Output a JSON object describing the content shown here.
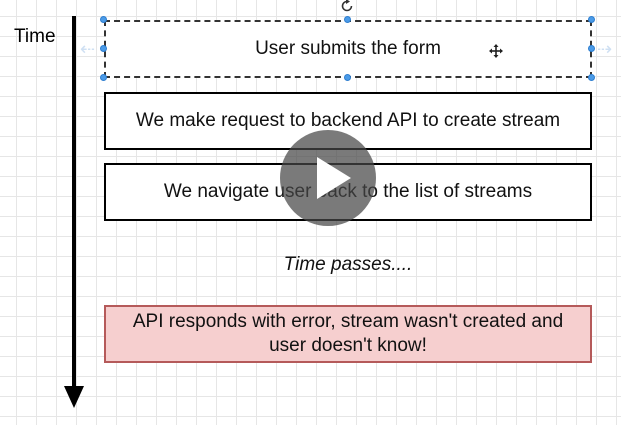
{
  "axis": {
    "label": "Time"
  },
  "steps": [
    {
      "text": "User submits the form"
    },
    {
      "text": "We make request to backend API to create stream"
    },
    {
      "text": "We navigate user back to the list of streams"
    }
  ],
  "caption": "Time passes....",
  "error_box": {
    "text": "API responds with error, stream wasn't created and user doesn't know!"
  },
  "colors": {
    "error_fill": "#f6cfcf",
    "error_border": "#b55a5a",
    "selection": "#4b9be8",
    "play_overlay": "#464646"
  },
  "icons": {
    "rotate": "rotate-icon",
    "move": "move-icon",
    "play": "play-icon",
    "arrow_down": "arrow-down-icon"
  }
}
